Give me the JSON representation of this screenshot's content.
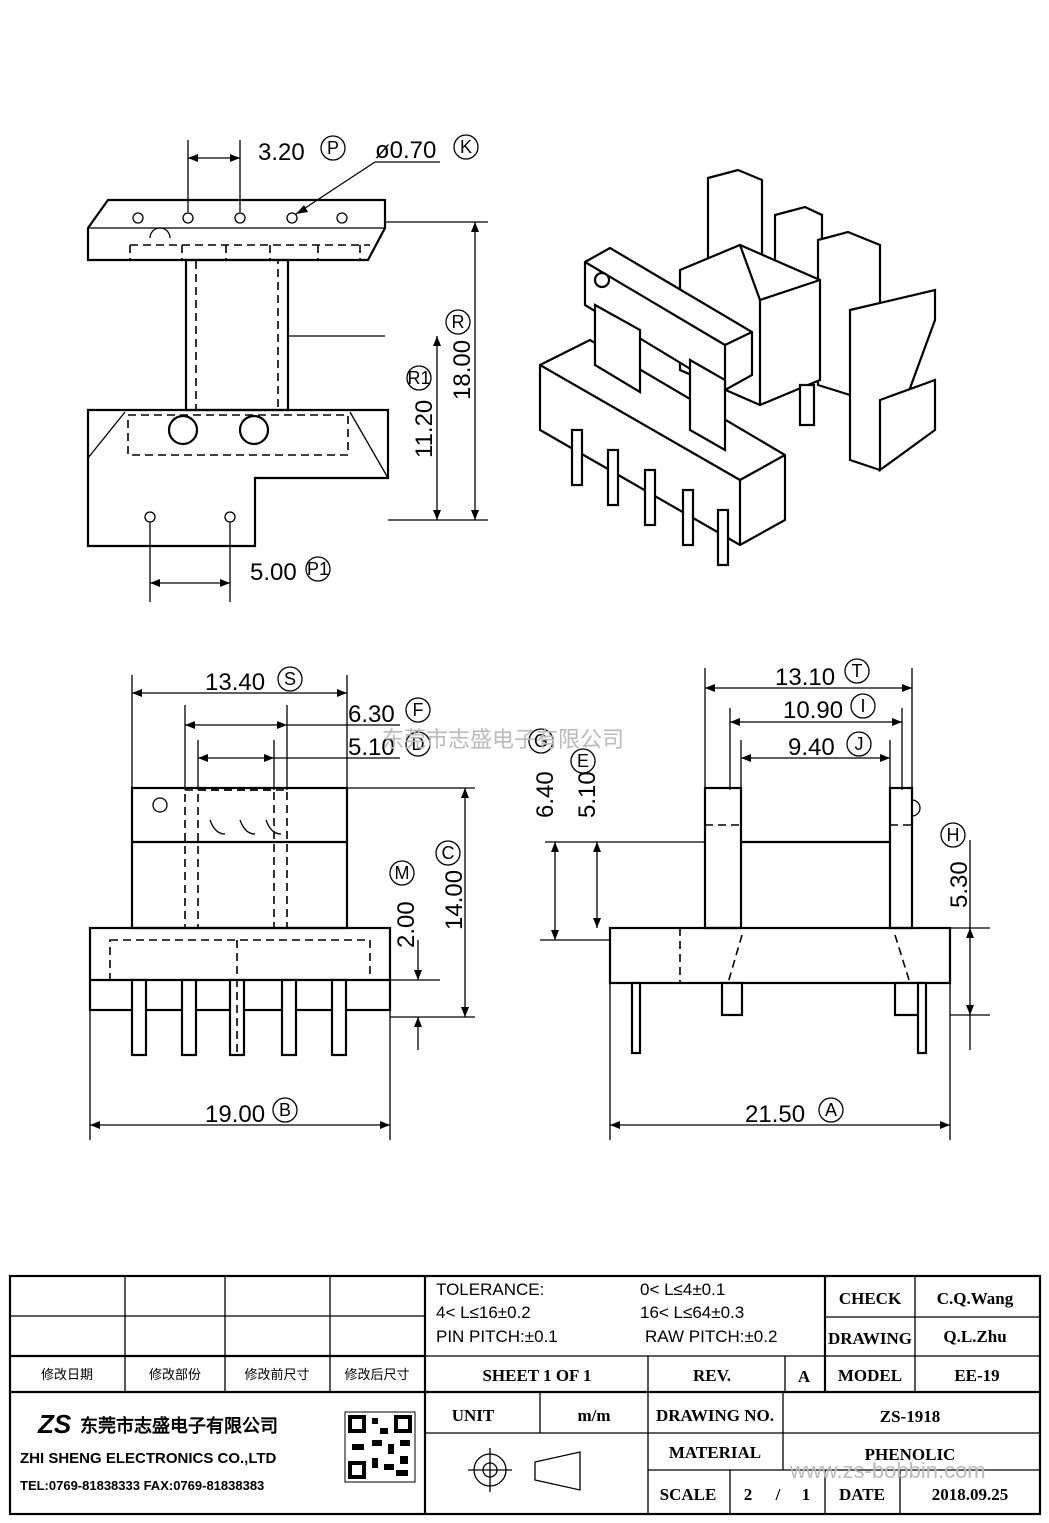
{
  "dimensions": {
    "p": {
      "value": "3.20",
      "tag": "P"
    },
    "k": {
      "value": "ø0.70",
      "tag": "K"
    },
    "r": {
      "value": "18.00",
      "tag": "R"
    },
    "r1": {
      "value": "11.20",
      "tag": "R1"
    },
    "p1": {
      "value": "5.00",
      "tag": "P1"
    },
    "s": {
      "value": "13.40",
      "tag": "S"
    },
    "f": {
      "value": "6.30",
      "tag": "F"
    },
    "d": {
      "value": "5.10",
      "tag": "D"
    },
    "m": {
      "value": "2.00",
      "tag": "M"
    },
    "c": {
      "value": "14.00",
      "tag": "C"
    },
    "b": {
      "value": "19.00",
      "tag": "B"
    },
    "t": {
      "value": "13.10",
      "tag": "T"
    },
    "i": {
      "value": "10.90",
      "tag": "I"
    },
    "j": {
      "value": "9.40",
      "tag": "J"
    },
    "g": {
      "value": "6.40",
      "tag": "G"
    },
    "e": {
      "value": "5.10",
      "tag": "E"
    },
    "h": {
      "value": "5.30",
      "tag": "H"
    },
    "a": {
      "value": "21.50",
      "tag": "A"
    }
  },
  "watermark_top": "东莞市志盛电子有限公司",
  "watermark_bottom": "www.zs-bobbin.com",
  "title_block": {
    "revision_headers": [
      "修改日期",
      "修改部份",
      "修改前尺寸",
      "修改后尺寸"
    ],
    "tolerance_label": "TOLERANCE:",
    "tol_1": "0< L≤4±0.1",
    "tol_2": "4< L≤16±0.2",
    "tol_3": "16< L≤64±0.3",
    "pin_pitch": "PIN PITCH:±0.1",
    "raw_pitch": "RAW PITCH:±0.2",
    "check_label": "CHECK",
    "check_value": "C.Q.Wang",
    "drawing_label": "DRAWING",
    "drawing_value": "Q.L.Zhu",
    "sheet": "SHEET 1 OF 1",
    "rev_label": "REV.",
    "rev_value": "A",
    "model_label": "MODEL",
    "model_value": "EE-19",
    "unit_label": "UNIT",
    "unit_value": "m/m",
    "drawing_no_label": "DRAWING NO.",
    "drawing_no_value": "ZS-1918",
    "material_label": "MATERIAL",
    "material_value": "PHENOLIC",
    "scale_label": "SCALE",
    "scale_num": "2",
    "scale_sep": "/",
    "scale_den": "1",
    "date_label": "DATE",
    "date_value": "2018.09.25"
  },
  "company": {
    "logo": "ZS",
    "name_cn": "东莞市志盛电子有限公司",
    "name_en": "ZHI SHENG ELECTRONICS CO.,LTD",
    "contact": "TEL:0769-81838333 FAX:0769-81838383"
  },
  "icons": {
    "projection": "first-angle-projection-icon",
    "qr": "qr-code-icon"
  }
}
